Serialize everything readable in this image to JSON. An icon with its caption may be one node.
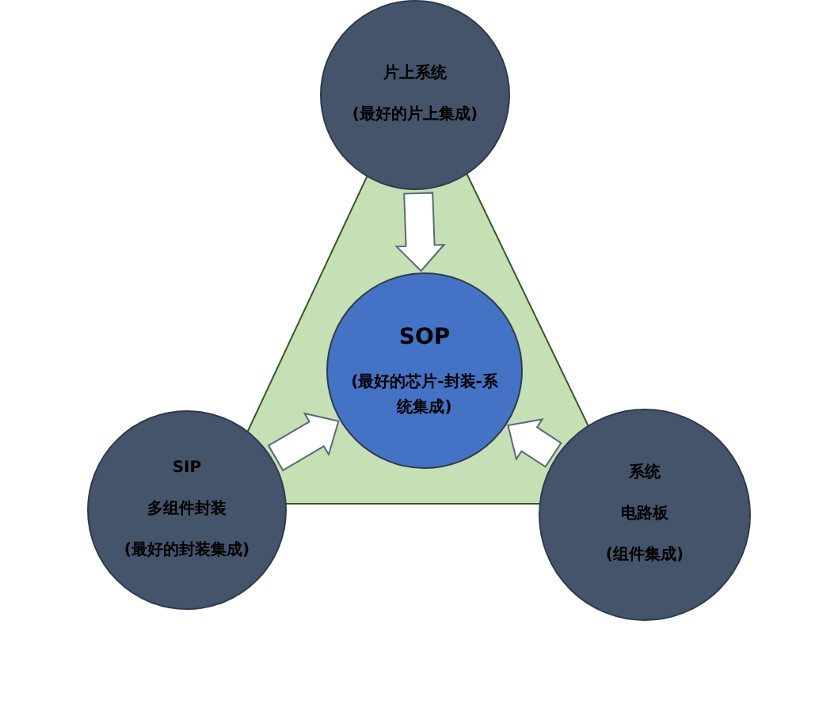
{
  "diagram": {
    "nodes": [
      {
        "text": [
          "片上系统",
          "(最好的片上集成)"
        ]
      },
      {
        "text": [
          "SOP",
          "(最好的芯片-封装-系统集成)"
        ]
      },
      {
        "text": [
          "SIP",
          "多组件封装",
          "(最好的封装集成)"
        ]
      },
      {
        "text": [
          "系统",
          "电路板",
          "(组件集成)"
        ]
      }
    ],
    "edges": [
      {
        "from": 0,
        "to": 1,
        "arrow": "to"
      },
      {
        "from": 2,
        "to": 1,
        "arrow": "to"
      },
      {
        "from": 3,
        "to": 1,
        "arrow": "to"
      }
    ]
  }
}
